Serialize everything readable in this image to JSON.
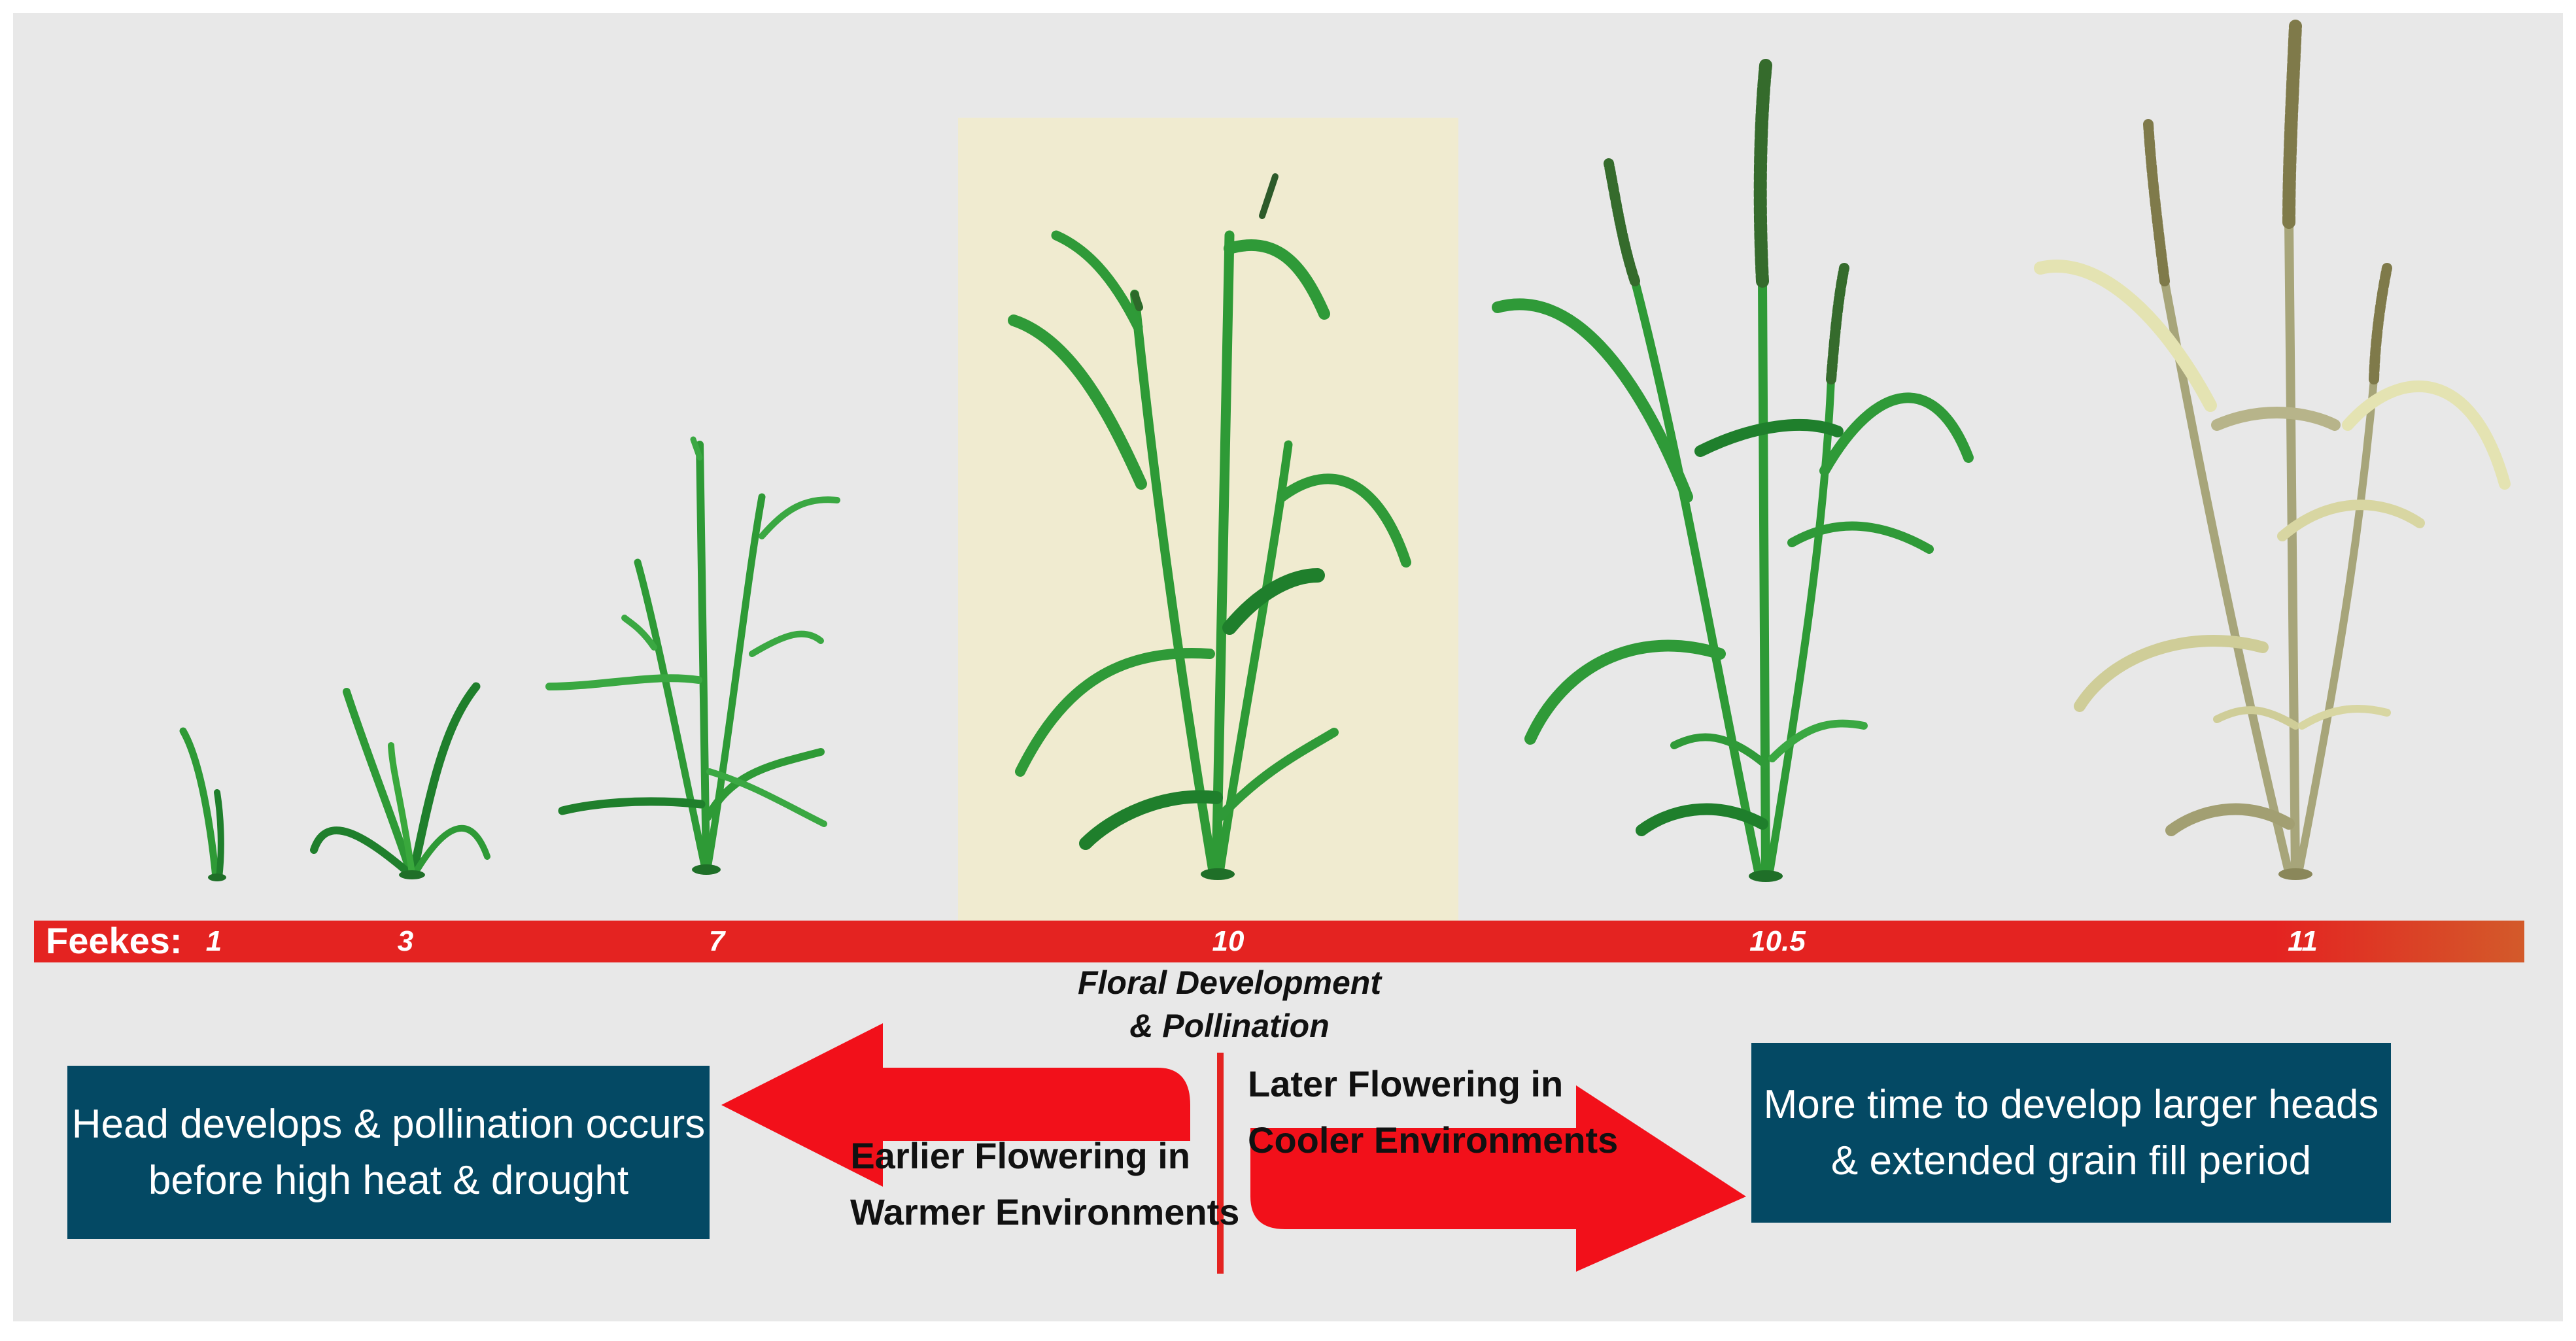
{
  "timeline": {
    "label": "Feekes:",
    "stages": [
      "1",
      "3",
      "7",
      "10",
      "10.5",
      "11"
    ],
    "bar_color": "#e42321",
    "highlight_color": "#f0ebd0"
  },
  "highlight_note": {
    "line1": "Floral Development",
    "line2": "& Pollination"
  },
  "left_box": {
    "line1": "Head develops & pollination occurs",
    "line2": "before high heat & drought"
  },
  "right_box": {
    "line1": "More time to develop larger heads",
    "line2": "& extended grain fill period"
  },
  "left_arrow": {
    "line1": "Earlier Flowering in",
    "line2": "Warmer Environments"
  },
  "right_arrow": {
    "line1": "Later Flowering in",
    "line2": "Cooler Environments"
  },
  "colors": {
    "box": "#044964",
    "arrow": "#f2101a",
    "plant_green": "#2fa83a",
    "plant_mature": "#b7b48a"
  },
  "icons": [
    "wheat-plant-icon"
  ]
}
